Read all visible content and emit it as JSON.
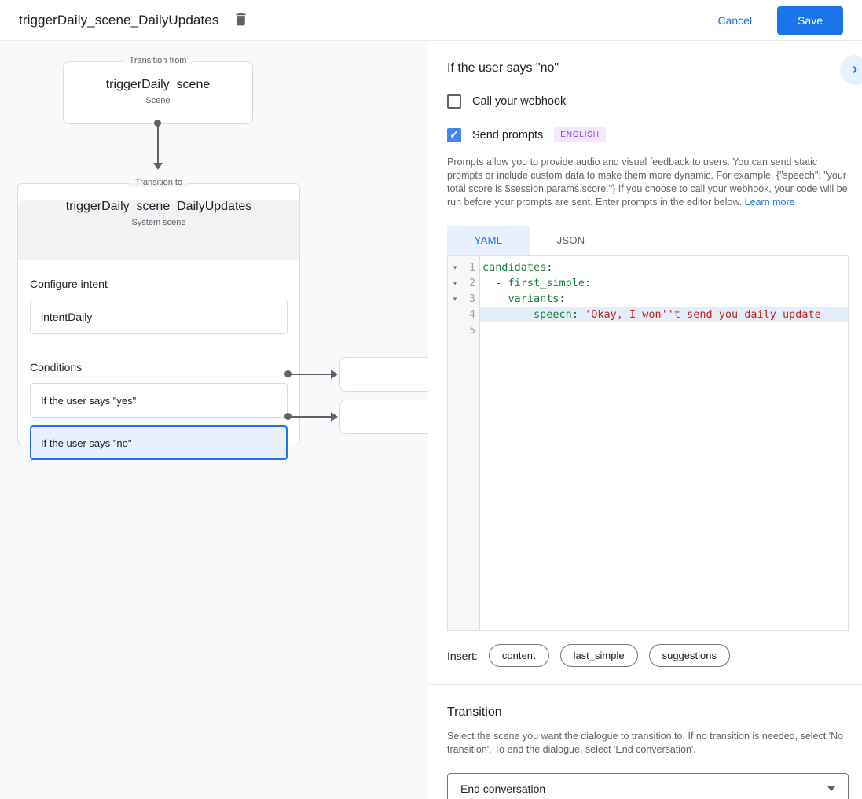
{
  "header": {
    "title": "triggerDaily_scene_DailyUpdates",
    "cancel_label": "Cancel",
    "save_label": "Save"
  },
  "diagram": {
    "from_node": {
      "legend": "Transition from",
      "name": "triggerDaily_scene",
      "type": "Scene"
    },
    "to_node": {
      "legend": "Transition to",
      "name": "triggerDaily_scene_DailyUpdates",
      "type": "System scene"
    },
    "configure_intent_label": "Configure intent",
    "intent_value": "intentDaily",
    "conditions_label": "Conditions",
    "conditions": [
      {
        "label": "If the user says \"yes\"",
        "selected": false
      },
      {
        "label": "If the user says \"no\"",
        "selected": true
      }
    ]
  },
  "panel": {
    "title": "If the user says \"no\"",
    "webhook": {
      "label": "Call your webhook",
      "checked": false
    },
    "prompts": {
      "label": "Send prompts",
      "checked": true,
      "badge": "ENGLISH"
    },
    "description": "Prompts allow you to provide audio and visual feedback to users. You can send static prompts or include custom data to make them more dynamic. For example, {\"speech\": \"your total score is $session.params.score.\"} If you choose to call your webhook, your code will be run before your prompts are sent. Enter prompts in the editor below. ",
    "learn_more_label": "Learn more",
    "tabs": {
      "yaml": "YAML",
      "json": "JSON"
    },
    "editor": {
      "line_numbers": {
        "n1": "1",
        "n2": "2",
        "n3": "3",
        "n4": "4",
        "n5": "5"
      },
      "lines": {
        "l1": {
          "key": "candidates",
          "punct": ":"
        },
        "l2": {
          "indent": "  - ",
          "key": "first_simple",
          "punct": ":"
        },
        "l3": {
          "indent": "    ",
          "key": "variants",
          "punct": ":"
        },
        "l4": {
          "indent": "      - ",
          "key": "speech",
          "punct": ": ",
          "string": "'Okay, I won''t send you daily update"
        }
      }
    },
    "insert_label": "Insert:",
    "chips": {
      "c1": "content",
      "c2": "last_simple",
      "c3": "suggestions"
    },
    "transition": {
      "title": "Transition",
      "description": "Select the scene you want the dialogue to transition to. If no transition is needed, select 'No transition'. To end the dialogue, select 'End conversation'.",
      "selected_value": "End conversation"
    }
  },
  "icons": {
    "fold_arrow": "▾",
    "check_mark": "✓",
    "chevron_right": "›"
  },
  "colors": {
    "accent_blue": "#1a73e8",
    "checkbox_blue": "#4285f4",
    "selected_condition_bg": "#e8f0fe",
    "badge_bg": "#f3e8fd",
    "badge_text": "#9334e6",
    "yaml_key": "#188038",
    "yaml_string": "#c5221f",
    "left_panel_bg": "#f8f9fa"
  }
}
